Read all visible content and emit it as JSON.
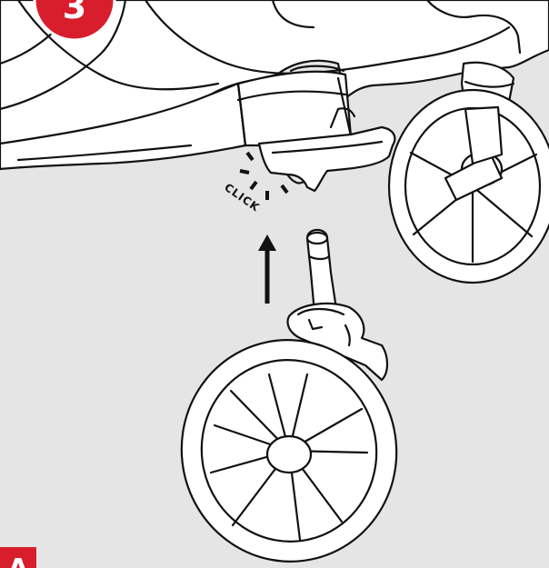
{
  "step_badge": {
    "number": "3",
    "color": "#d81e2c"
  },
  "click_label": "CLICK",
  "bottom_marker": {
    "letter": "A",
    "color": "#d81e2c"
  },
  "background_color": "#e5e5e5"
}
